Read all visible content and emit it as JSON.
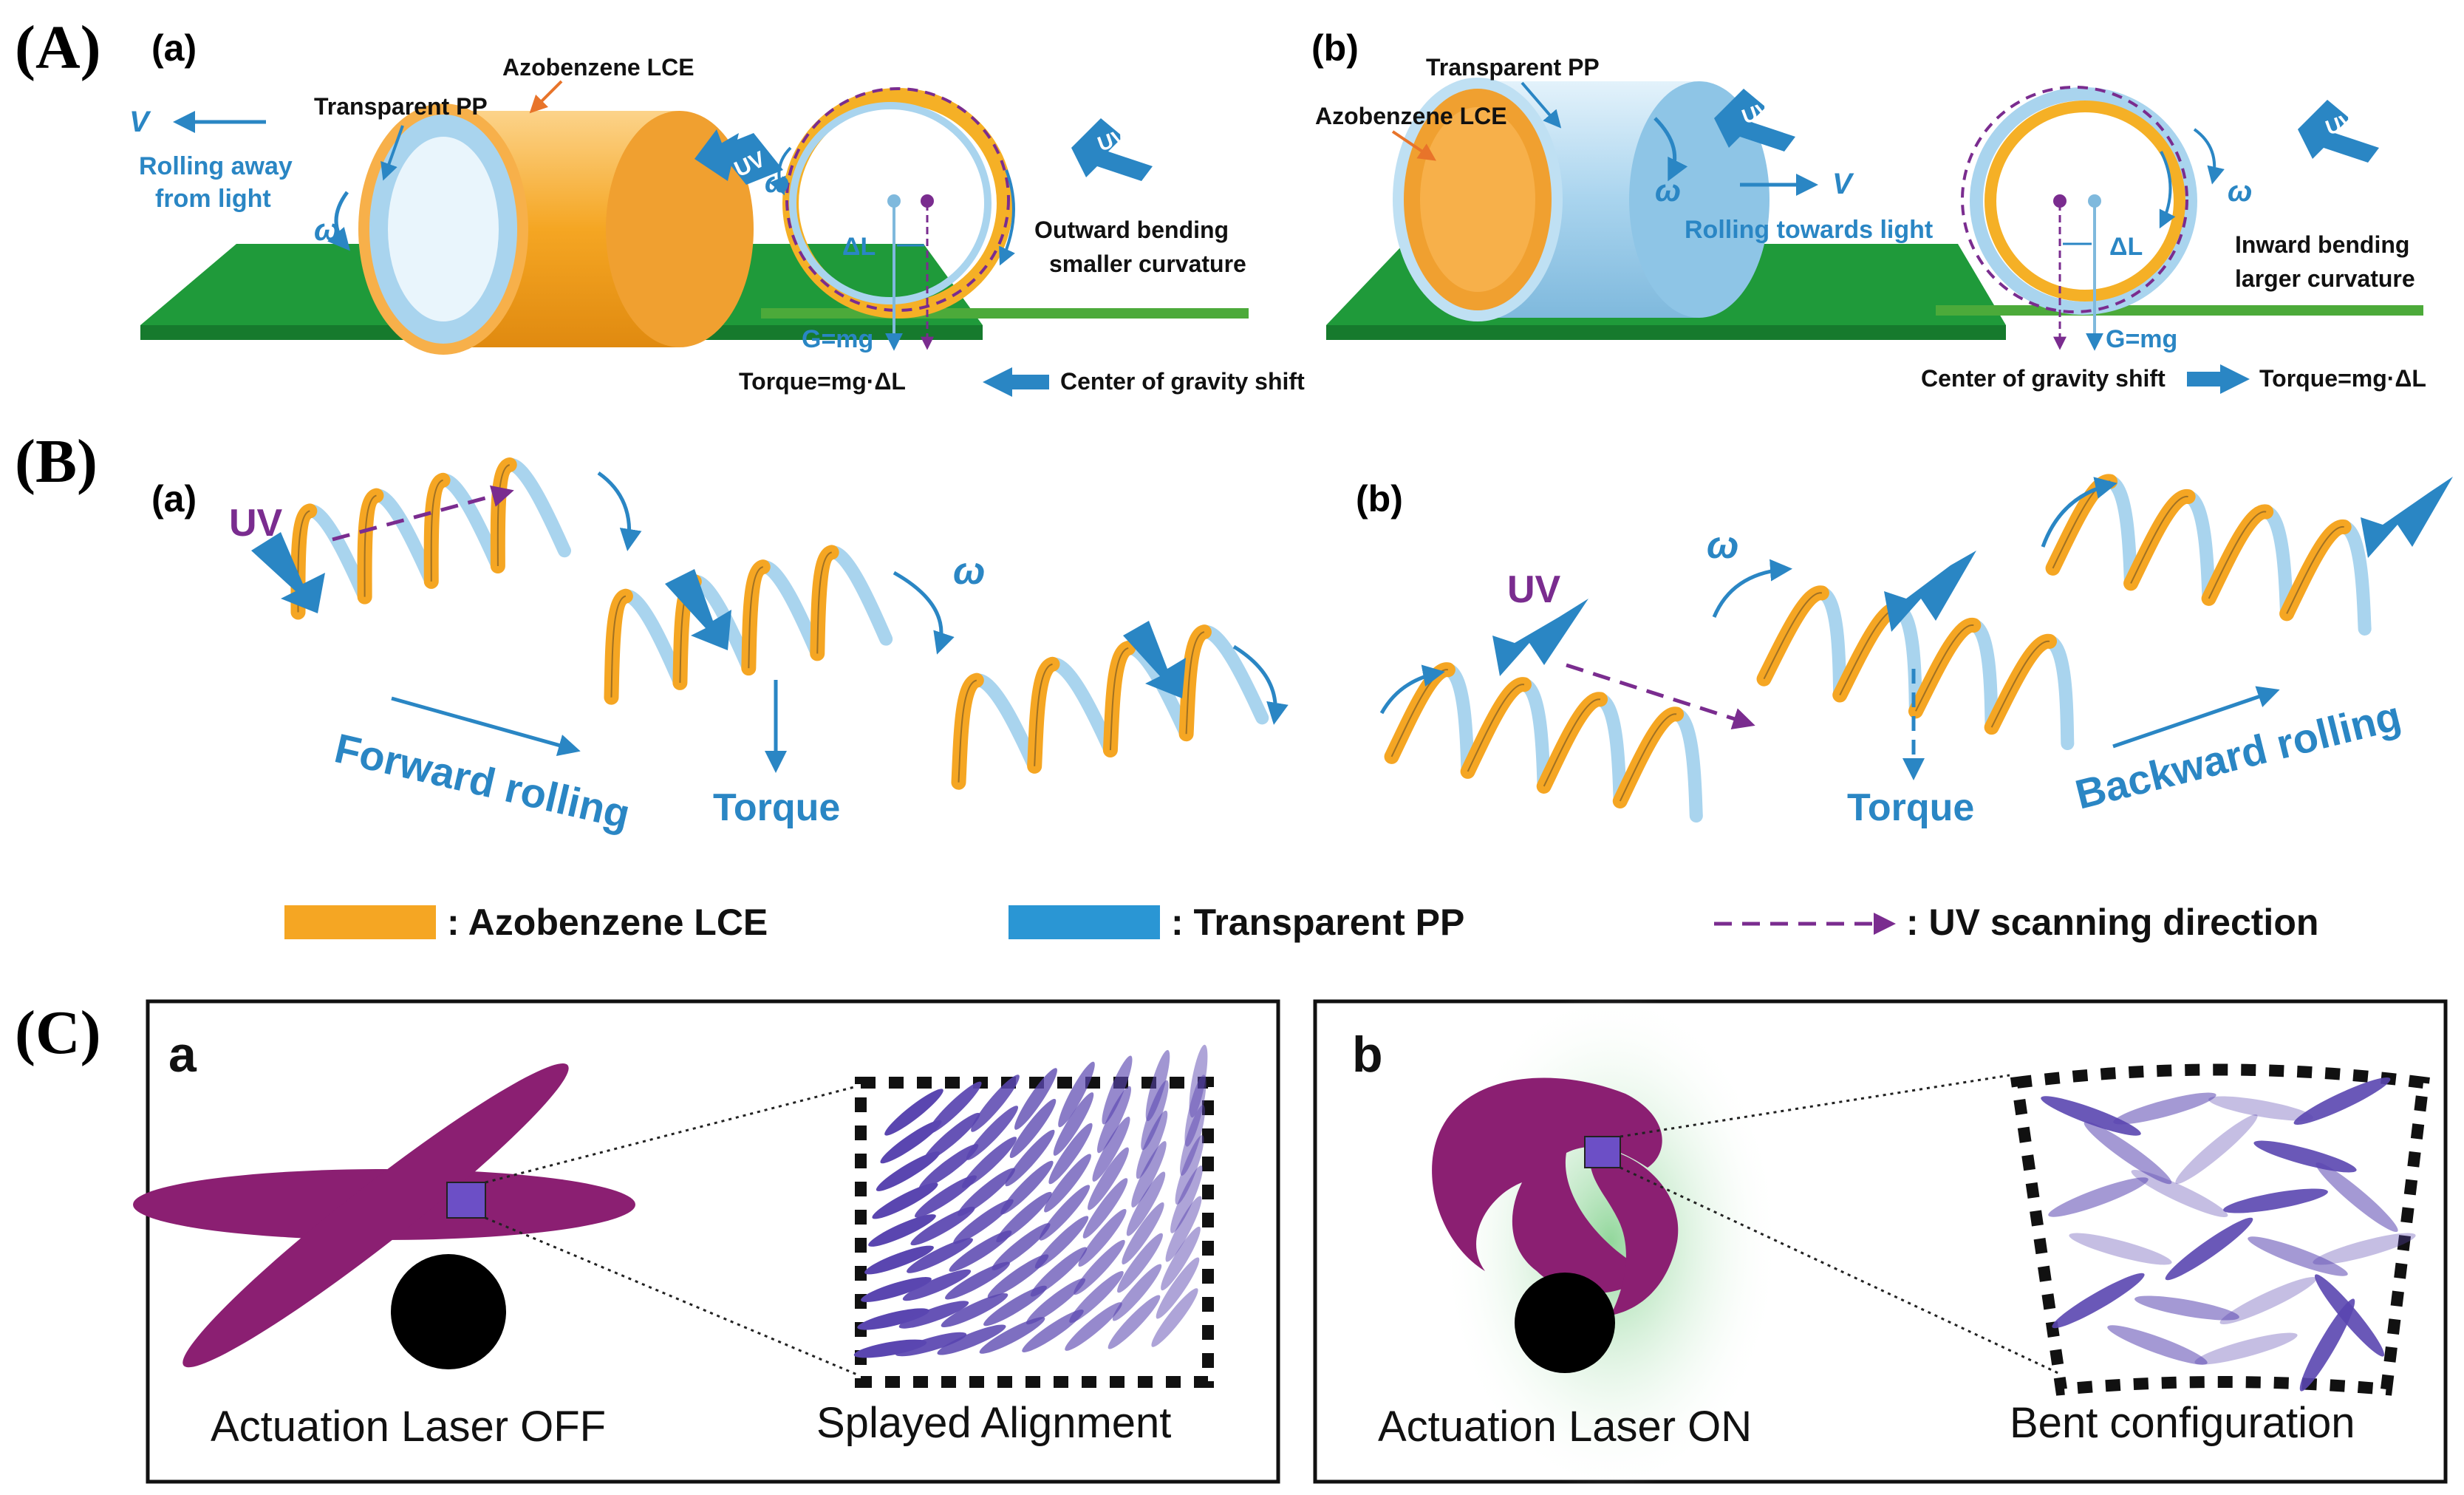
{
  "panels": {
    "A": {
      "label": "(A)",
      "a": {
        "label": "(a)",
        "azo": "Azobenzene LCE",
        "pp": "Transparent PP",
        "v": "V",
        "rolling": [
          "Rolling away",
          "from light"
        ],
        "omega": "ω",
        "uv": "UV",
        "bending": [
          "Outward bending",
          "smaller curvature"
        ],
        "dl": "ΔL",
        "g": "G=mg",
        "torque": "Torque=mg·ΔL",
        "shift": "Center of gravity shift"
      },
      "b": {
        "label": "(b)",
        "pp": "Transparent PP",
        "azo": "Azobenzene LCE",
        "uv": "UV",
        "omega": "ω",
        "v": "V",
        "rolling": "Rolling towards light",
        "bending": [
          "Inward bending",
          "larger curvature"
        ],
        "dl": "ΔL",
        "g": "G=mg",
        "shift": "Center of gravity shift",
        "torque": "Torque=mg·ΔL"
      }
    },
    "B": {
      "label": "(B)",
      "a": {
        "label": "(a)",
        "uv": "UV",
        "omega": "ω",
        "rolling": "Forward rolling",
        "torque": "Torque"
      },
      "b": {
        "label": "(b)",
        "uv": "UV",
        "omega": "ω",
        "rolling": "Backward rolling",
        "torque": "Torque"
      },
      "legend": {
        "azo": ": Azobenzene LCE",
        "pp": ": Transparent PP",
        "uvscan": ": UV scanning direction"
      }
    },
    "C": {
      "label": "(C)",
      "a": {
        "label": "a",
        "caption1": "Actuation Laser OFF",
        "caption2": "Splayed Alignment"
      },
      "b": {
        "label": "b",
        "caption1": "Actuation Laser ON",
        "caption2": "Bent configuration"
      }
    }
  },
  "colors": {
    "orange": "#f5a623",
    "blue": "#2a86c4",
    "lightblue": "#a9d4ee",
    "green": "#1f9a3a",
    "purple": "#7a2c8f",
    "magenta": "#8b1f72",
    "violet": "#5a46b0"
  }
}
